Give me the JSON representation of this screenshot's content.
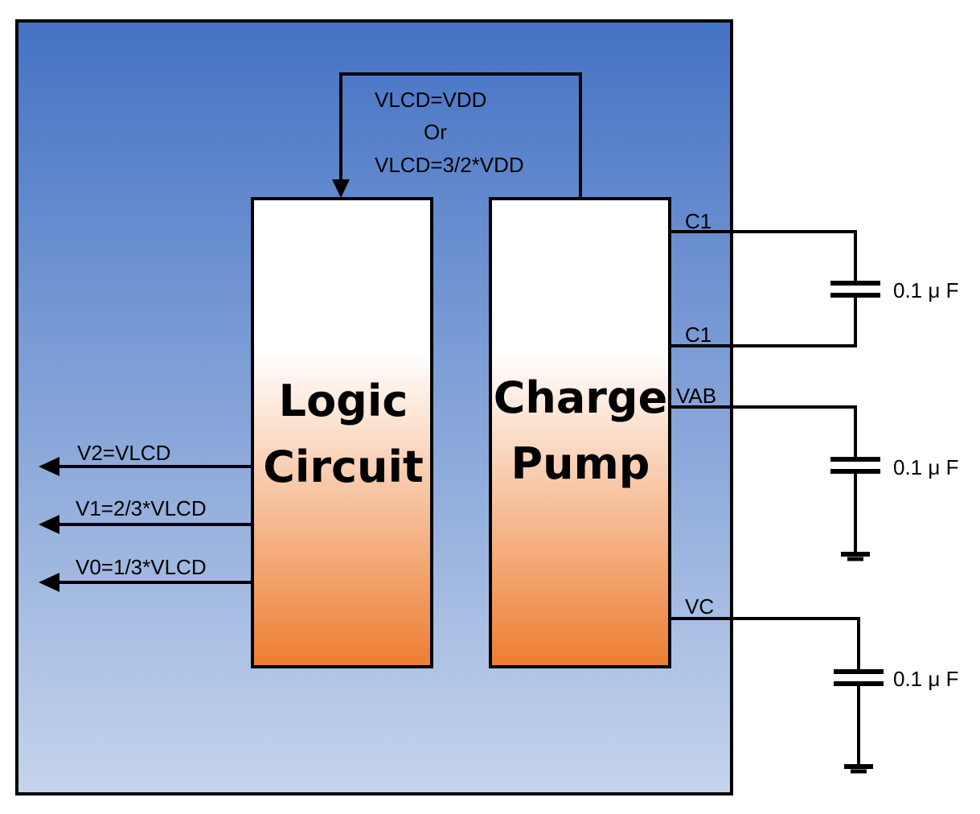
{
  "blocks": {
    "logic": {
      "line1": "Logic",
      "line2": "Circuit"
    },
    "pump": {
      "line1": "Charge",
      "line2": "Pump"
    }
  },
  "feedback_label": {
    "line1": "VLCD=VDD",
    "line2": "Or",
    "line3": "VLCD=3/2*VDD"
  },
  "outputs": [
    {
      "label": "V2=VLCD"
    },
    {
      "label": "V1=2/3*VLCD"
    },
    {
      "label": "V0=1/3*VLCD"
    }
  ],
  "pins": {
    "c1_top": "C1",
    "c1_bottom": "C1",
    "vab": "VAB",
    "vc": "VC"
  },
  "capacitors": [
    {
      "value": "0.1 μ F"
    },
    {
      "value": "0.1 μ F"
    },
    {
      "value": "0.1 μ F"
    }
  ],
  "colors": {
    "chip_top": "#4472c4",
    "chip_bottom": "#c5d4ec",
    "block_top": "#ffffff",
    "block_bottom": "#ed7d31",
    "line": "#000000"
  }
}
